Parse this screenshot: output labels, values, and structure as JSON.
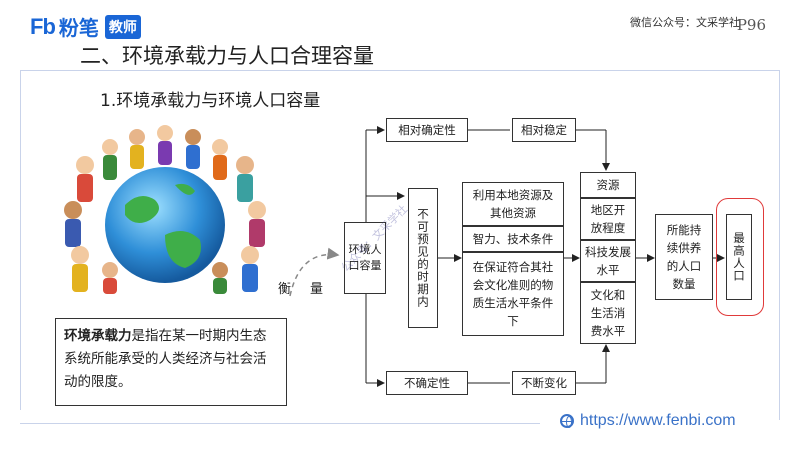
{
  "brand": {
    "logo_letters": "Fb",
    "logo_text": "粉笔",
    "badge": "教师"
  },
  "header": {
    "wechat": "微信公众号：文采学社",
    "page_number": "P96"
  },
  "title": "二、环境承载力与人口合理容量",
  "subtitle": "1.环境承载力与环境人口容量",
  "definition": {
    "term": "环境承载力",
    "text": "是指在某一时期内生态系统所能承受的人类经济与社会活动的限度。"
  },
  "balance_label": {
    "char1": "衡",
    "char2": "量"
  },
  "diagram": {
    "env_capacity": "环境人口容量",
    "unpredictable": "不可预见的时期内",
    "relative_certainty": "相对确定性",
    "relative_stability": "相对稳定",
    "uncertainty": "不确定性",
    "constant_change": "不断变化",
    "factors": [
      "利用本地资源及其他资源",
      "智力、技术条件",
      "在保证符合其社会文化准则的物质生活水平条件下"
    ],
    "resources": [
      "资源",
      "地区开放程度",
      "科技发展水平",
      "文化和生活消费水平"
    ],
    "sustainable": "所能持续供养的人口数量",
    "max_population": "最高人口"
  },
  "footer_url": "https://www.fenbi.com",
  "watermark": "公众号：文采学社"
}
